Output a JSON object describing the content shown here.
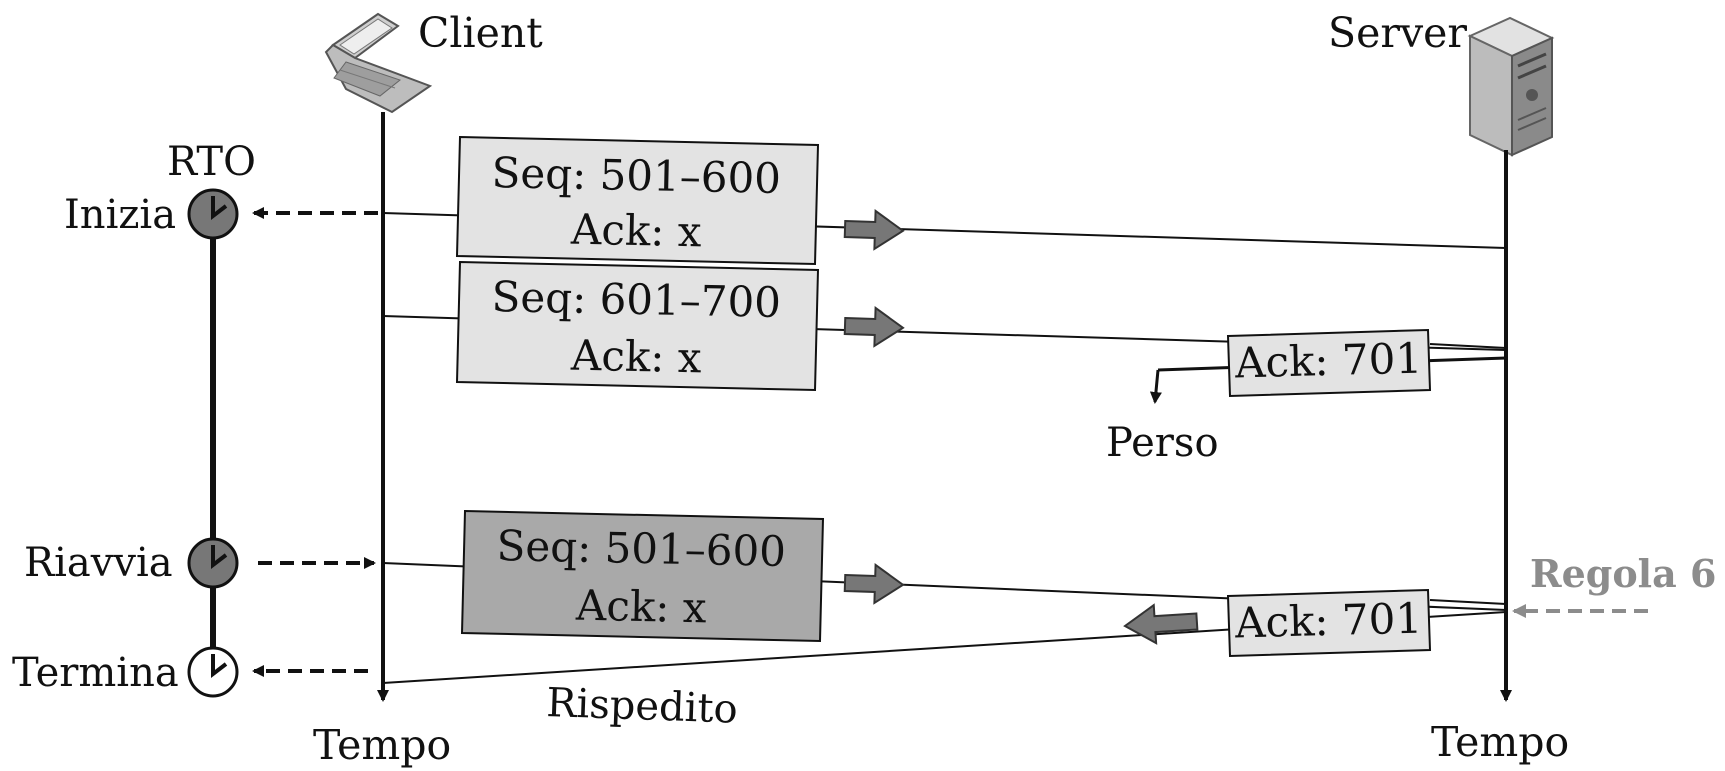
{
  "client": {
    "label": "Client",
    "time_label": "Tempo"
  },
  "server": {
    "label": "Server",
    "time_label": "Tempo"
  },
  "timer": {
    "title": "RTO",
    "start_label": "Inizia",
    "restart_label": "Riavvia",
    "stop_label": "Termina"
  },
  "segments": [
    {
      "seq": "Seq: 501–600",
      "ack": "Ack: x"
    },
    {
      "seq": "Seq: 601–700",
      "ack": "Ack: x"
    },
    {
      "seq": "Seq: 501–600",
      "ack": "Ack: x"
    }
  ],
  "acks": [
    {
      "label": "Ack: 701"
    },
    {
      "label": "Ack: 701"
    }
  ],
  "lost_label": "Perso",
  "resent_label": "Rispedito",
  "rule_label": "Regola 6",
  "colors": {
    "packet_fill": "#e3e3e3",
    "packet_resent_fill": "#a9a9a9",
    "arrow_fill": "#777777",
    "rule_color": "#8c8c8c",
    "clock_fill": "#777777"
  }
}
